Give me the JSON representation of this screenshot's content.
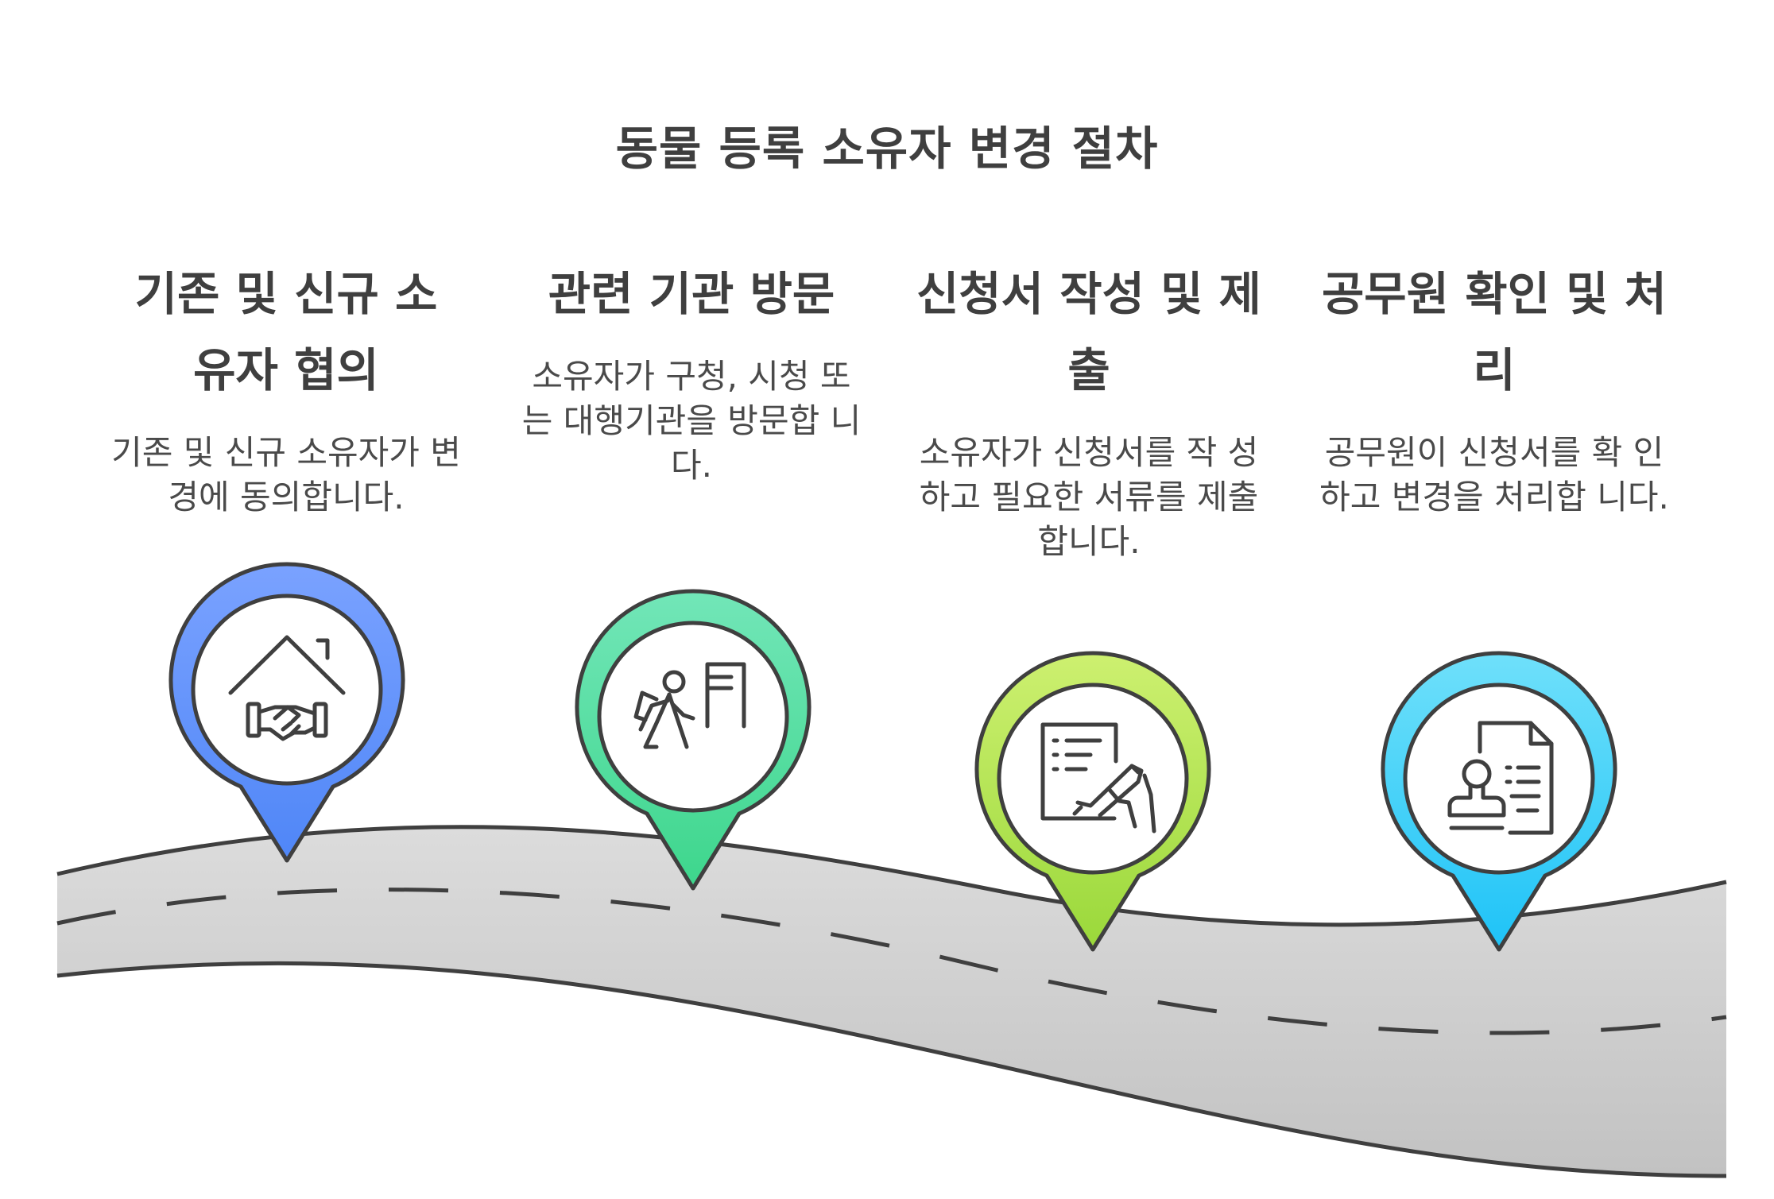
{
  "title": "동물 등록 소유자 변경 절차",
  "steps": [
    {
      "title": "기존 및 신규 소 유자 협의",
      "description": "기존 및 신규 소유자가 변경에 동의합니다.",
      "icon": "handshake-house-icon",
      "color_top": "#7aa2ff",
      "color_bottom": "#4f86f7"
    },
    {
      "title": "관련 기관 방문",
      "description": "소유자가 구청, 시청 또 는 대행기관을 방문합 니다.",
      "icon": "person-walking-to-sign-icon",
      "color_top": "#72e6b8",
      "color_bottom": "#3dd68c"
    },
    {
      "title": "신청서 작성 및 제출",
      "description": "소유자가 신청서를 작 성하고 필요한 서류를 제출합니다.",
      "icon": "document-signing-icon",
      "color_top": "#cdf070",
      "color_bottom": "#9ad83a"
    },
    {
      "title": "공무원 확인 및 처리",
      "description": "공무원이 신청서를 확 인하고 변경을 처리합 니다.",
      "icon": "stamp-document-icon",
      "color_top": "#6fe0fa",
      "color_bottom": "#1ec3f7"
    }
  ],
  "colors": {
    "road_top": "#dcdcdc",
    "road_bottom": "#c4c4c4",
    "outline": "#3f3f3f",
    "text": "#3f3f3f"
  }
}
